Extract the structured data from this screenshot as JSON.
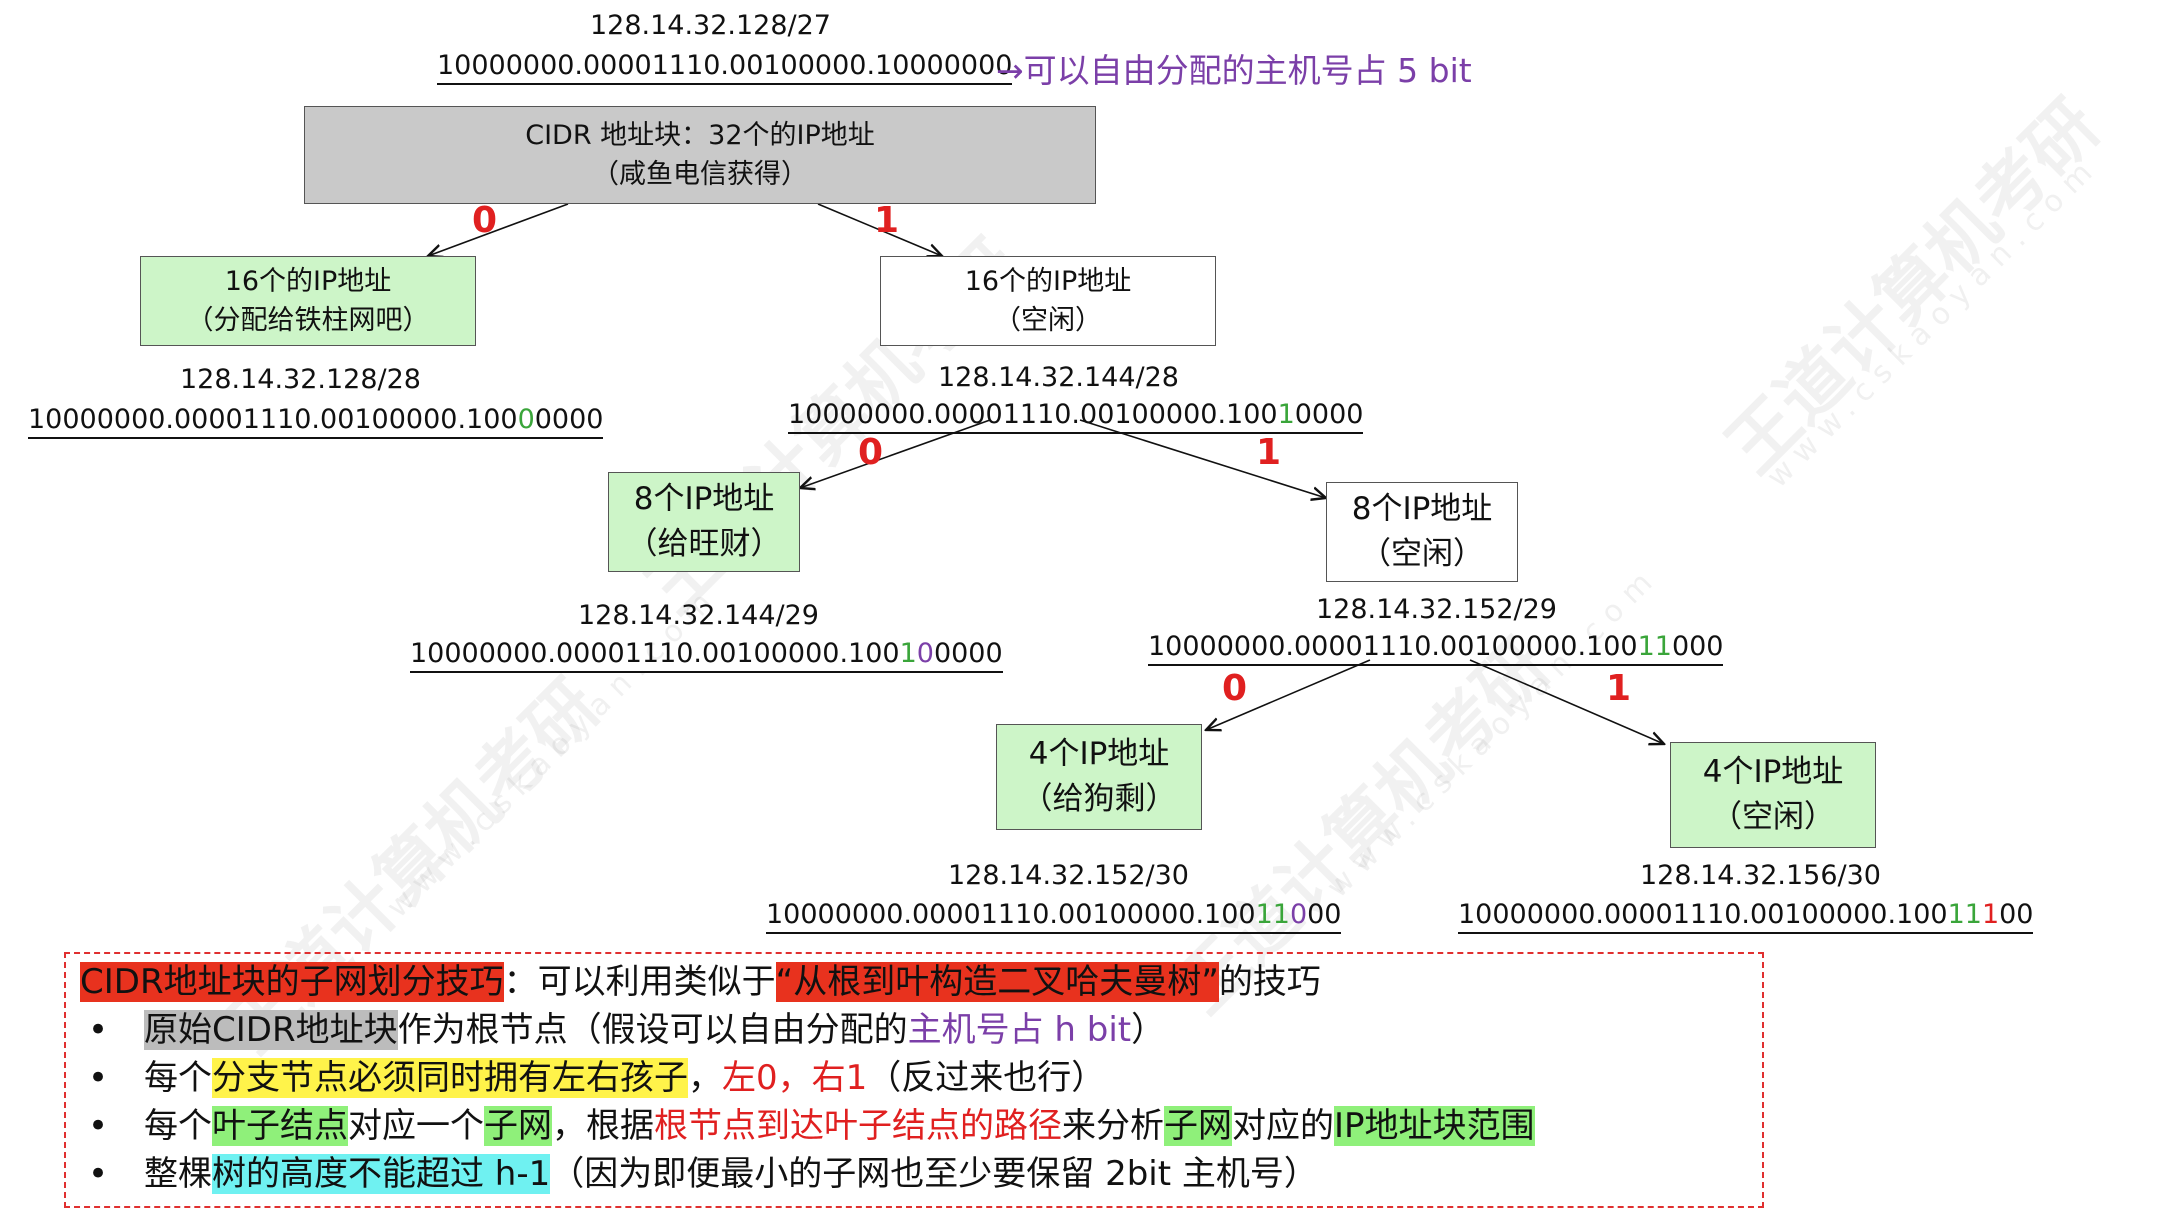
{
  "hint": "→可以自由分配的主机号占 5 bit",
  "root": {
    "cidr": "128.14.32.128/27",
    "binary": "10000000.00001110.00100000.10000000",
    "line1": "CIDR 地址块：32个的IP地址",
    "line2": "（咸鱼电信获得）"
  },
  "edges": {
    "zero": "0",
    "one": "1"
  },
  "n_left16": {
    "line1": "16个的IP地址",
    "line2": "（分配给铁柱网吧）",
    "cidr": "128.14.32.128/28",
    "bin_a": "10000000.00001110.00100000.100",
    "bin_b": "0",
    "bin_c": "0000"
  },
  "n_right16": {
    "line1": "16个的IP地址",
    "line2": "（空闲）",
    "cidr": "128.14.32.144/28",
    "bin_a": "10000000.00001110.00100000.100",
    "bin_b": "1",
    "bin_c": "0000"
  },
  "n_left8": {
    "line1": "8个IP地址",
    "line2": "（给旺财）",
    "cidr": "128.14.32.144/29",
    "bin_a": "10000000.00001110.00100000.100",
    "bin_b": "1",
    "bin_c": "0",
    "bin_d": "0000"
  },
  "n_right8": {
    "line1": "8个IP地址",
    "line2": "（空闲）",
    "cidr": "128.14.32.152/29",
    "bin_a": "10000000.00001110.00100000.100",
    "bin_b": "1",
    "bin_c": "1",
    "bin_d": "000"
  },
  "n_left4": {
    "line1": "4个IP地址",
    "line2": "（给狗剩）",
    "cidr": "128.14.32.152/30",
    "bin_a": "10000000.00001110.00100000.100",
    "bin_b": "1",
    "bin_c": "1",
    "bin_d": "0",
    "bin_e": "00"
  },
  "n_right4": {
    "line1": "4个IP地址",
    "line2": "（空闲）",
    "cidr": "128.14.32.156/30",
    "bin_a": "10000000.00001110.00100000.100",
    "bin_b": "1",
    "bin_c": "1",
    "bin_d": "1",
    "bin_e": "00"
  },
  "tips": {
    "title_hl": "CIDR地址块的子网划分技巧",
    "title_mid": "：可以利用类似于",
    "title_quote": "“从根到叶构造二叉哈夫曼树”",
    "title_end": "的技巧",
    "b1_hl": "原始CIDR地址块",
    "b1_mid": "作为根节点（假设可以自由分配的",
    "b1_purple": "主机号占 h bit",
    "b1_end": "）",
    "b2_pre": "每个",
    "b2_hl": "分支节点必须同时拥有左右孩子",
    "b2_sep": "，",
    "b2_red": "左0，右1",
    "b2_end": "（反过来也行）",
    "b3_pre": "每个",
    "b3_hl1": "叶子结点",
    "b3_mid1": "对应一个",
    "b3_hl2": "子网",
    "b3_mid2": "，根据",
    "b3_red": "根节点到达叶子结点的路径",
    "b3_mid3": "来分析",
    "b3_hl3": "子网",
    "b3_mid4": "对应的",
    "b3_hl4": "IP地址块范围",
    "b4_pre": "整棵",
    "b4_hl": "树的高度不能超过 h-1",
    "b4_end": "（因为即便最小的子网也至少要保留 2bit 主机号）",
    "bullet": "•"
  },
  "watermark": {
    "brand": "王道计算机考研",
    "site": "www.cskaoyan.com"
  }
}
